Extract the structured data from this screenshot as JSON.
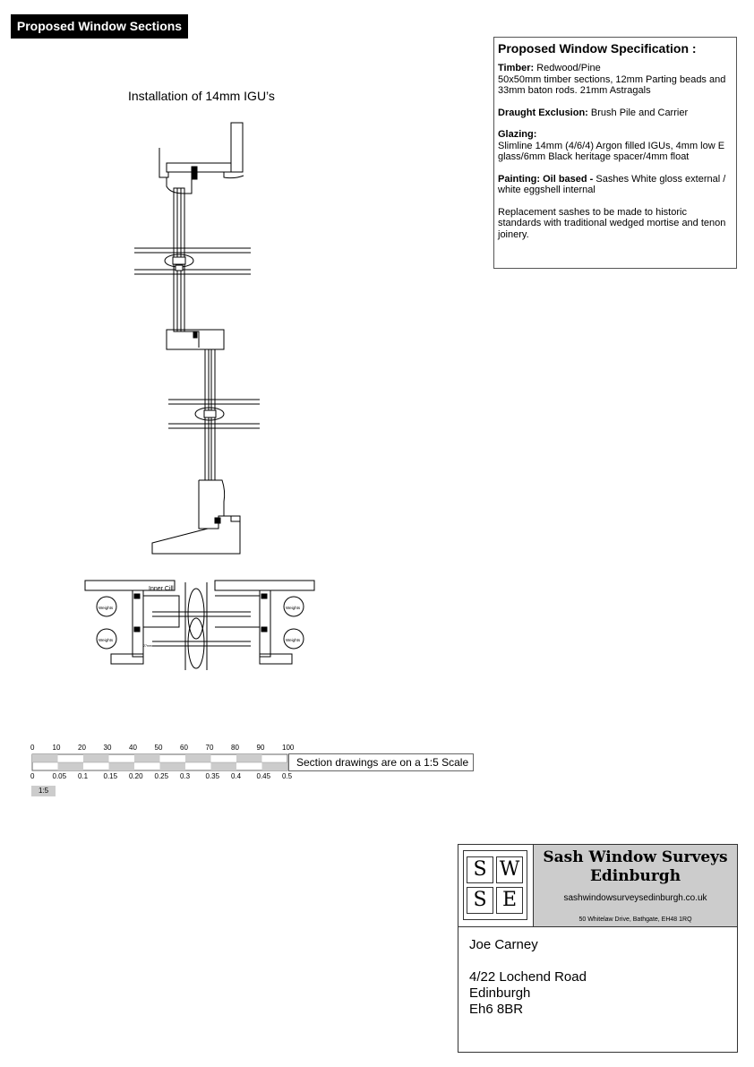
{
  "header": {
    "title": "Proposed Window Sections"
  },
  "drawing": {
    "title": "Installation of 14mm IGU’s",
    "plan_label_inner_cill": "Inner Cill",
    "plan_label_weights": "Weights",
    "plan_label_dim": "27mm"
  },
  "spec": {
    "heading": "Proposed Window Specification :",
    "timber_label": "Timber:",
    "timber_value": " Redwood/Pine",
    "timber_detail": "50x50mm timber sections, 12mm Parting beads and 33mm baton rods. 21mm Astragals",
    "draught_label": "Draught Exclusion:",
    "draught_value": " Brush Pile and Carrier",
    "glazing_label": "Glazing:",
    "glazing_detail": "Slimline 14mm (4/6/4) Argon filled IGUs, 4mm low E glass/6mm Black heritage spacer/4mm float",
    "painting_label": "Painting: Oil based -",
    "painting_value": " Sashes White gloss external / white eggshell internal",
    "note": "Replacement sashes to be made to historic standards with traditional wedged mortise and tenon joinery."
  },
  "scale": {
    "top_ticks": [
      "0",
      "10",
      "20",
      "30",
      "40",
      "50",
      "60",
      "70",
      "80",
      "90",
      "100"
    ],
    "bottom_ticks": [
      "0",
      "0.05",
      "0.1",
      "0.15",
      "0.20",
      "0.25",
      "0.3",
      "0.35",
      "0.4",
      "0.45",
      "0.5"
    ],
    "note": "Section drawings are on a 1:5 Scale",
    "ratio": "1:5"
  },
  "title_block": {
    "logo_letters": [
      "S",
      "W",
      "S",
      "E"
    ],
    "firm_line1": "Sash Window Surveys",
    "firm_line2": "Edinburgh",
    "website": "sashwindowsurveysedinburgh.co.uk",
    "address": "50 Whitelaw Drive, Bathgate, EH48 1RQ",
    "client_name": "Joe Carney",
    "client_address_1": "4/22 Lochend Road",
    "client_address_2": "Edinburgh",
    "client_address_3": "Eh6 8BR"
  }
}
